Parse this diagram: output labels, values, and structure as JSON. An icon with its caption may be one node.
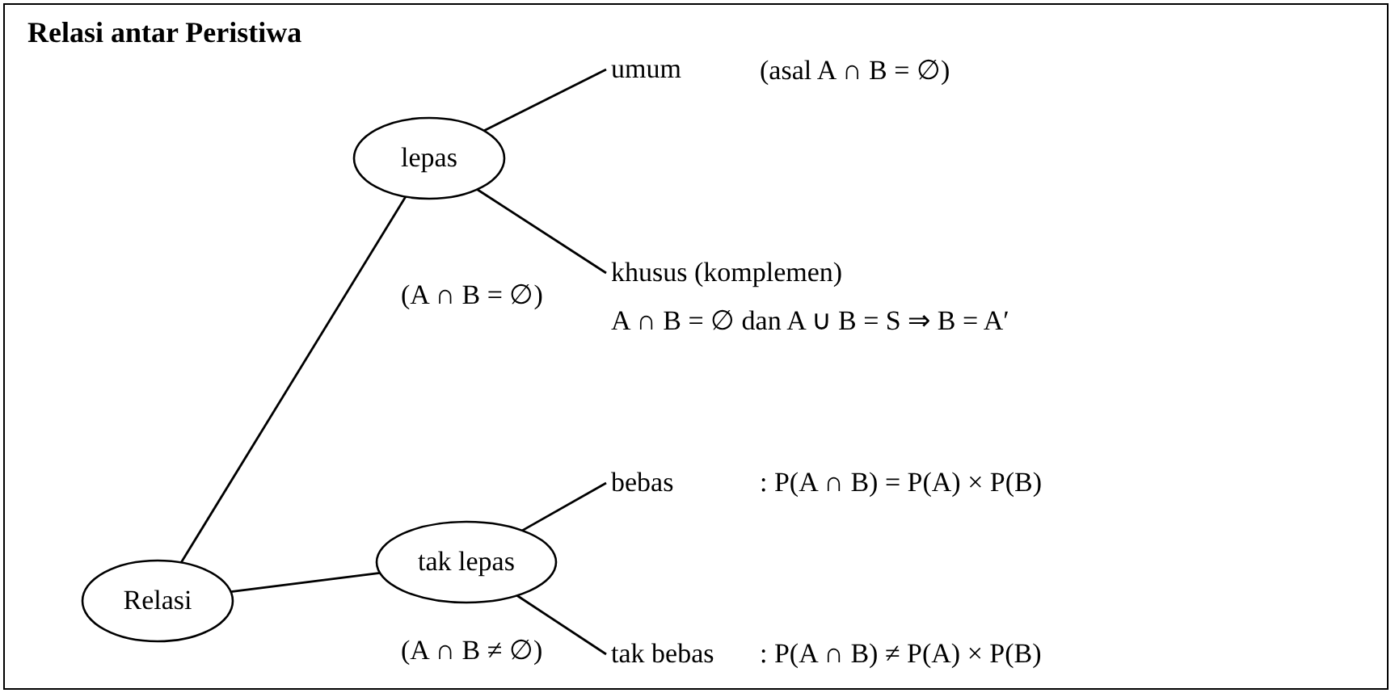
{
  "diagram": {
    "title": "Relasi antar Peristiwa",
    "nodes": [
      {
        "text": [
          "Relasi"
        ]
      },
      {
        "text": [
          "lepas"
        ],
        "beside": [
          "(A ∩ B = ∅)"
        ]
      },
      {
        "text": [
          "tak lepas"
        ],
        "beside": [
          "(A ∩ B ≠ ∅)"
        ]
      },
      {
        "text": [
          "umum",
          "(asal A ∩ B = ∅)"
        ]
      },
      {
        "text": [
          "khusus (komplemen)",
          "A ∩ B = ∅ dan A ∪ B = S ⇒ B = A′"
        ]
      },
      {
        "text": [
          "bebas",
          ": P(A ∩ B) = P(A) × P(B)"
        ]
      },
      {
        "text": [
          "tak bebas",
          ": P(A ∩ B) ≠ P(A) × P(B)"
        ]
      }
    ],
    "edges": [
      {
        "from": 0,
        "to": 1,
        "arrow": "none"
      },
      {
        "from": 0,
        "to": 2,
        "arrow": "none"
      },
      {
        "from": 1,
        "to": 3,
        "arrow": "none"
      },
      {
        "from": 1,
        "to": 4,
        "arrow": "none"
      },
      {
        "from": 2,
        "to": 5,
        "arrow": "none"
      },
      {
        "from": 2,
        "to": 6,
        "arrow": "none"
      }
    ]
  }
}
